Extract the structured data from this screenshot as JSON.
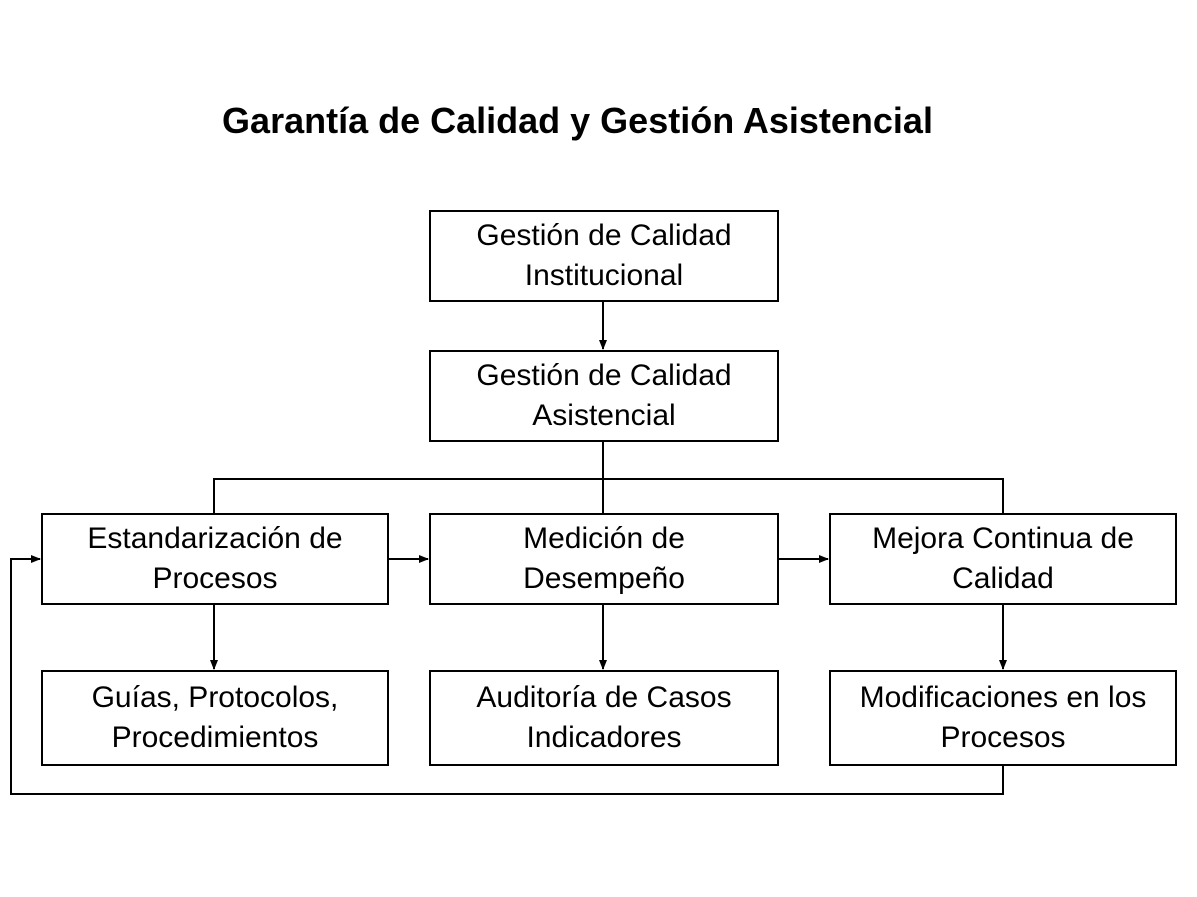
{
  "diagram": {
    "title": "Garantía de Calidad y Gestión Asistencial",
    "nodes": {
      "institucional": {
        "line1": "Gestión de Calidad",
        "line2": "Institucional"
      },
      "asistencial": {
        "line1": "Gestión de Calidad",
        "line2": "Asistencial"
      },
      "estandarizacion": {
        "line1": "Estandarización de",
        "line2": "Procesos"
      },
      "medicion": {
        "line1": "Medición de",
        "line2": "Desempeño"
      },
      "mejora": {
        "line1": "Mejora Continua de",
        "line2": "Calidad"
      },
      "guias": {
        "line1": "Guías, Protocolos,",
        "line2": "Procedimientos"
      },
      "auditoria": {
        "line1": "Auditoría de Casos",
        "line2": "Indicadores"
      },
      "modificaciones": {
        "line1": "Modificaciones en los",
        "line2": "Procesos"
      }
    },
    "edges": [
      {
        "from": "institucional",
        "to": "asistencial"
      },
      {
        "from": "asistencial",
        "to": "estandarizacion"
      },
      {
        "from": "asistencial",
        "to": "medicion"
      },
      {
        "from": "asistencial",
        "to": "mejora"
      },
      {
        "from": "estandarizacion",
        "to": "medicion"
      },
      {
        "from": "medicion",
        "to": "mejora"
      },
      {
        "from": "estandarizacion",
        "to": "guias"
      },
      {
        "from": "medicion",
        "to": "auditoria"
      },
      {
        "from": "mejora",
        "to": "modificaciones"
      },
      {
        "from": "modificaciones",
        "to": "estandarizacion"
      }
    ]
  }
}
